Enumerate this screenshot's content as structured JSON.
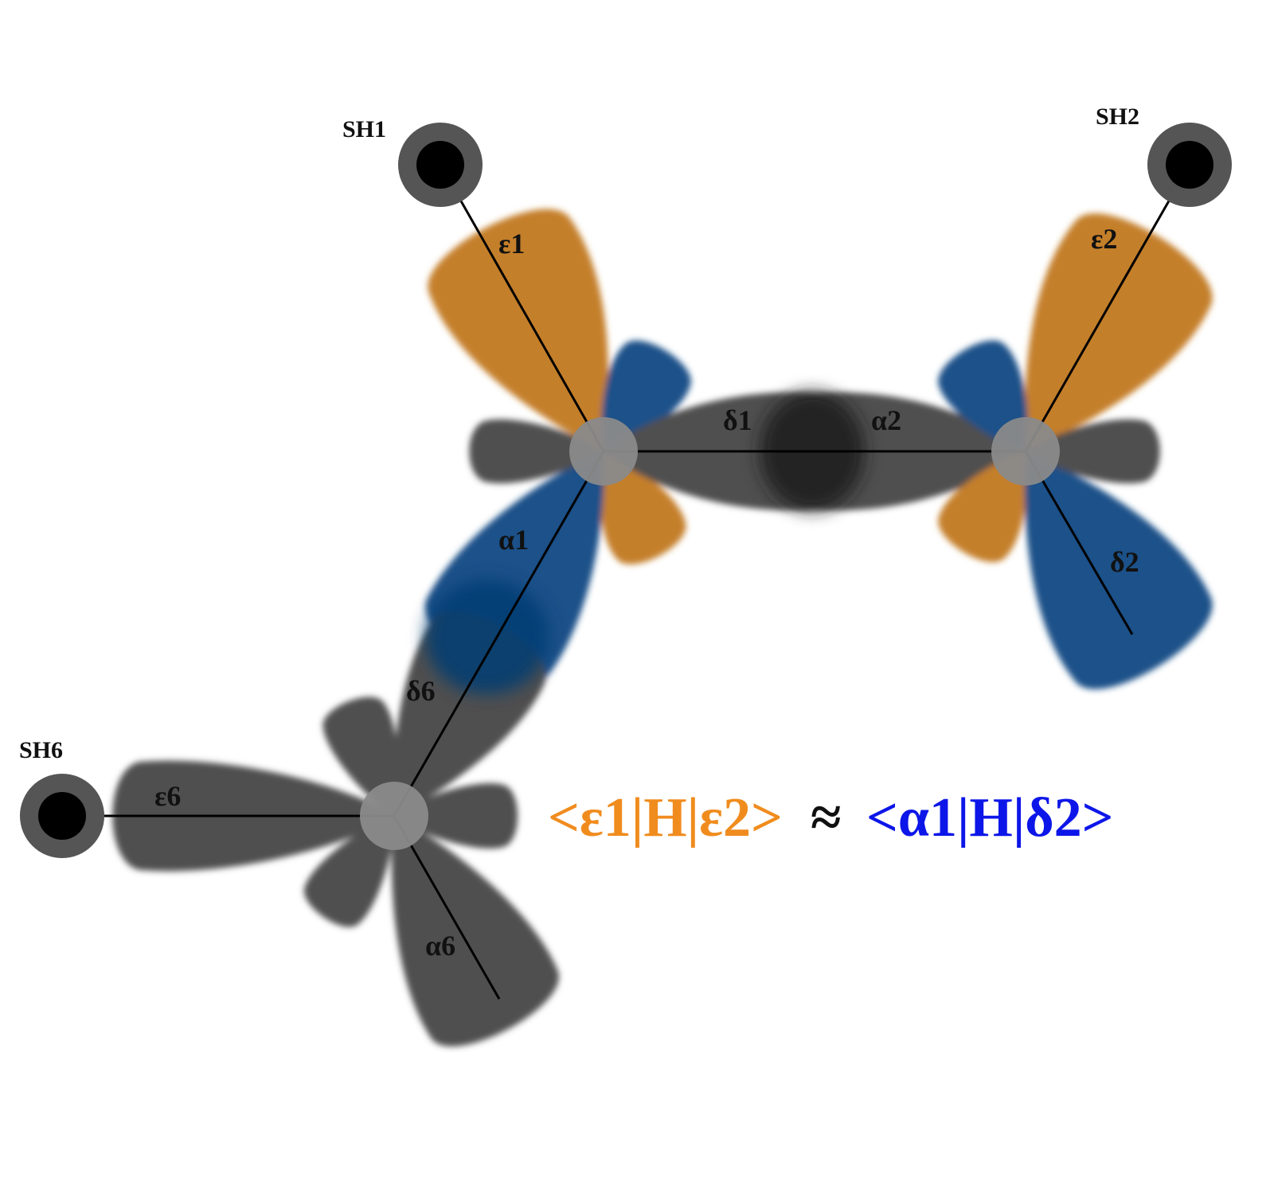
{
  "colors": {
    "orange": "#c47f2c",
    "blue": "#1a5189",
    "gray": "#505050",
    "eq_orange": "#f08c1e",
    "eq_blue": "#0d16e8"
  },
  "sites": {
    "sh1": "SH1",
    "sh2": "SH2",
    "sh6": "SH6"
  },
  "orbitals": {
    "eps1": "ε1",
    "alpha1": "α1",
    "delta1": "δ1",
    "alpha2": "α2",
    "eps2": "ε2",
    "delta2": "δ2",
    "delta6": "δ6",
    "eps6": "ε6",
    "alpha6": "α6"
  },
  "equation": {
    "left": "<ε1|H|ε2>",
    "approx": "≈",
    "right": "<α1|H|δ2>"
  }
}
